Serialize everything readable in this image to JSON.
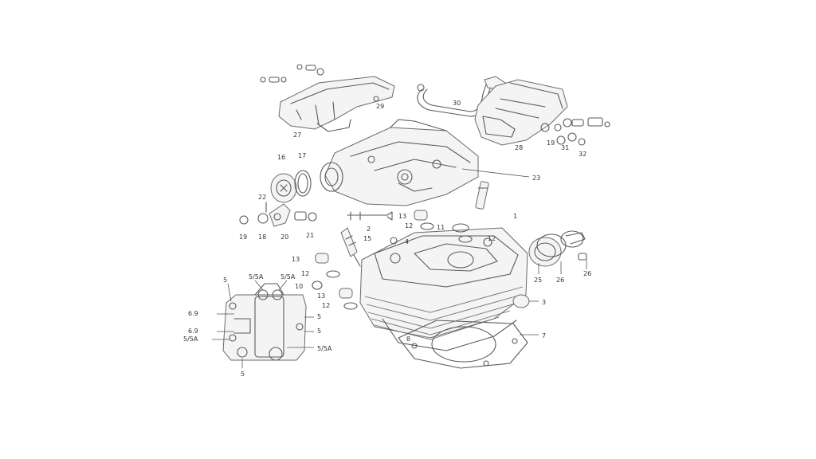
{
  "labels": {
    "l1": "1",
    "l2": "2",
    "l3": "3",
    "l4": "4",
    "l5a": "5",
    "l5b": "5",
    "l5c": "5",
    "l5d": "5",
    "l5s_a": "5/5A",
    "l5s_b": "5/5A",
    "l5s_c": "5/5A",
    "l5s_d": "5/5A",
    "l69a": "6.9",
    "l69b": "6.9",
    "l7": "7",
    "l8": "8",
    "l10": "10",
    "l11": "11",
    "l12a": "12",
    "l12b": "12",
    "l12c": "12",
    "l12d": "12",
    "l13a": "13",
    "l13b": "13",
    "l13c": "13",
    "l15": "15",
    "l16": "16",
    "l17": "17",
    "l18": "18",
    "l19a": "19",
    "l19b": "19",
    "l20": "20",
    "l21": "21",
    "l22": "22",
    "l23": "23",
    "l25": "25",
    "l26a": "26",
    "l26b": "26",
    "l27": "27",
    "l28": "28",
    "l29": "29",
    "l30": "30",
    "l31": "31",
    "l32": "32"
  }
}
